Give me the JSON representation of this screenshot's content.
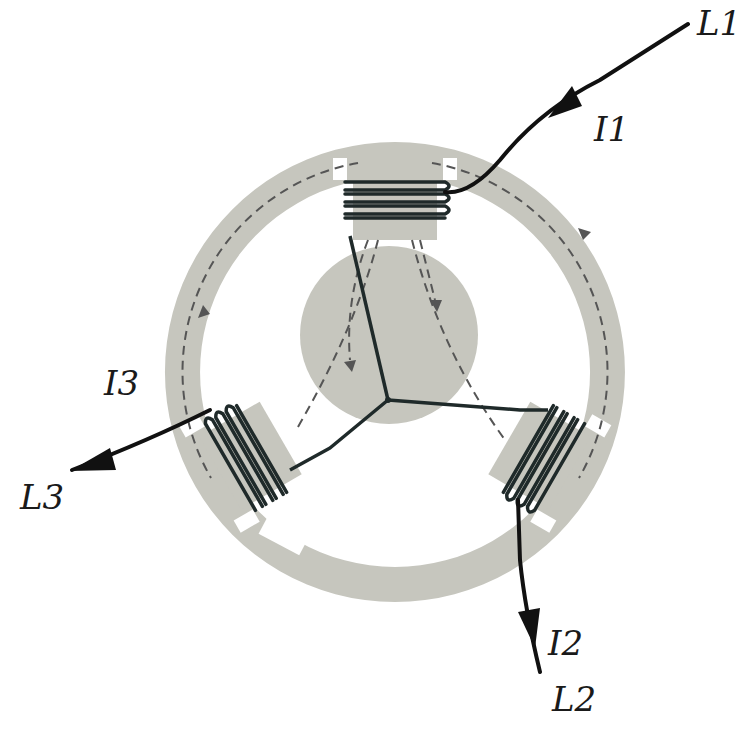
{
  "diagram": {
    "labels": [
      "L1",
      "I1",
      "I3",
      "L3",
      "I2",
      "L2"
    ]
  }
}
